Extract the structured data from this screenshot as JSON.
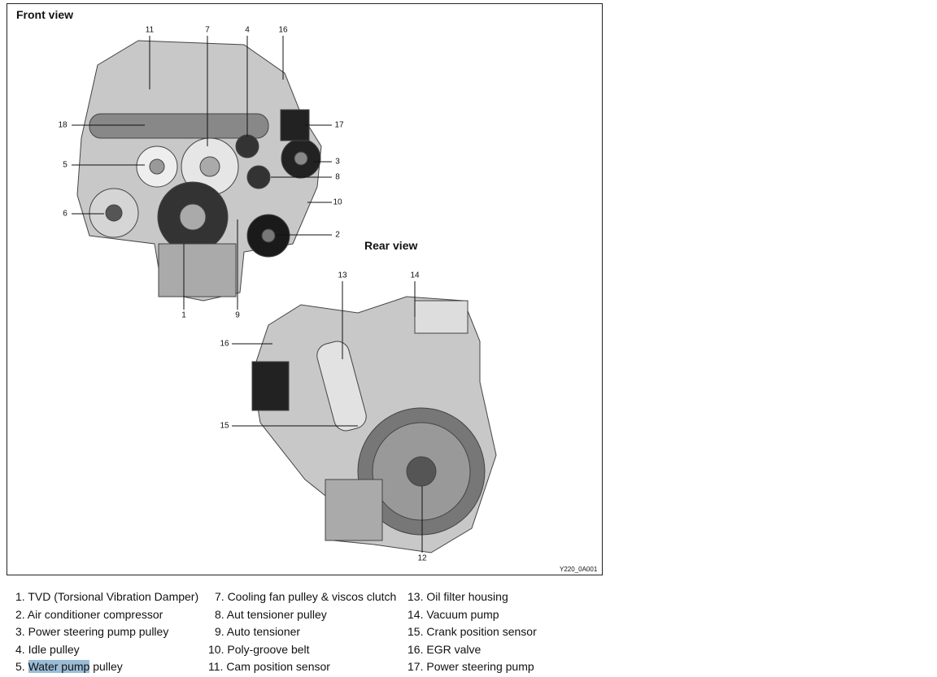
{
  "front_title": "Front view",
  "rear_title": "Rear view",
  "figure_id": "Y220_0A001",
  "callouts_front": {
    "c11": "11",
    "c7": "7",
    "c4": "4",
    "c16": "16",
    "c18": "18",
    "c17": "17",
    "c5": "5",
    "c3": "3",
    "c8": "8",
    "c10": "10",
    "c6": "6",
    "c2": "2",
    "c1": "1",
    "c9": "9"
  },
  "callouts_rear": {
    "c13": "13",
    "c14": "14",
    "c16": "16",
    "c15": "15",
    "c12": "12"
  },
  "legend": {
    "col1": [
      "1. TVD (Torsional Vibration Damper)",
      "2. Air conditioner compressor",
      "3. Power steering pump pulley",
      "4. Idle pulley"
    ],
    "item5_highlight": "Water pump",
    "item5_prefix": "5. ",
    "item5_rest": " pulley",
    "col2": [
      "7. Cooling fan pulley & viscos clutch",
      "8. Aut tensioner pulley",
      "9. Auto tensioner",
      "10. Poly-groove belt",
      "11. Cam position sensor"
    ],
    "col3": [
      "13. Oil filter housing",
      "14. Vacuum pump",
      "15. Crank position sensor",
      "16. EGR valve",
      "17. Power steering pump"
    ]
  },
  "highlight_color": "#9bbcd6"
}
